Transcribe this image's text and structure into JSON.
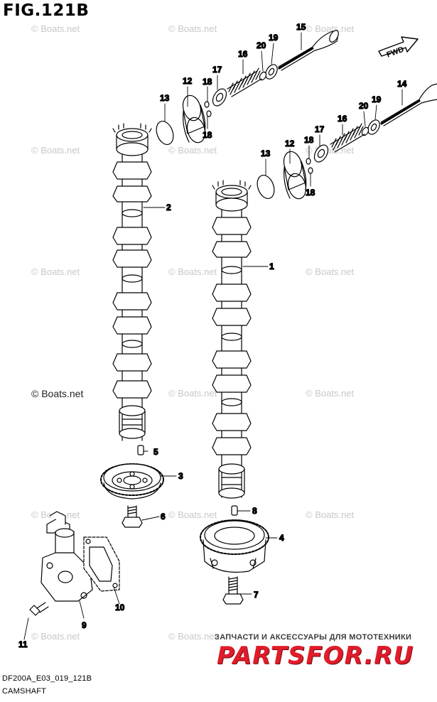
{
  "figure": {
    "title": "FIG.121B",
    "code": "DF200A_E03_019_121B",
    "name": "CAMSHAFT"
  },
  "fwd_label": "FWD",
  "watermark_text": "© Boats.net",
  "ad": {
    "tagline": "ЗАПЧАСТИ И АКСЕССУАРЫ ДЛЯ МОТОТЕХНИКИ",
    "logo": "PARTSFOR.RU",
    "logo_color": "#e01c2a"
  },
  "callouts": [
    {
      "id": "c1",
      "number": "1"
    },
    {
      "id": "c2",
      "number": "2"
    },
    {
      "id": "c3",
      "number": "3"
    },
    {
      "id": "c4",
      "number": "4"
    },
    {
      "id": "c5",
      "number": "5"
    },
    {
      "id": "c6",
      "number": "6"
    },
    {
      "id": "c7",
      "number": "7"
    },
    {
      "id": "c8",
      "number": "8"
    },
    {
      "id": "c9",
      "number": "9"
    },
    {
      "id": "c10",
      "number": "10"
    },
    {
      "id": "c11",
      "number": "11"
    },
    {
      "id": "c12a",
      "number": "12"
    },
    {
      "id": "c12b",
      "number": "12"
    },
    {
      "id": "c13a",
      "number": "13"
    },
    {
      "id": "c13b",
      "number": "13"
    },
    {
      "id": "c14",
      "number": "14"
    },
    {
      "id": "c15",
      "number": "15"
    },
    {
      "id": "c16a",
      "number": "16"
    },
    {
      "id": "c16b",
      "number": "16"
    },
    {
      "id": "c17a",
      "number": "17"
    },
    {
      "id": "c17b",
      "number": "17"
    },
    {
      "id": "c18a",
      "number": "18"
    },
    {
      "id": "c18b",
      "number": "18"
    },
    {
      "id": "c18c",
      "number": "18"
    },
    {
      "id": "c18d",
      "number": "18"
    },
    {
      "id": "c19a",
      "number": "19"
    },
    {
      "id": "c19b",
      "number": "19"
    },
    {
      "id": "c20a",
      "number": "20"
    },
    {
      "id": "c20b",
      "number": "20"
    }
  ]
}
